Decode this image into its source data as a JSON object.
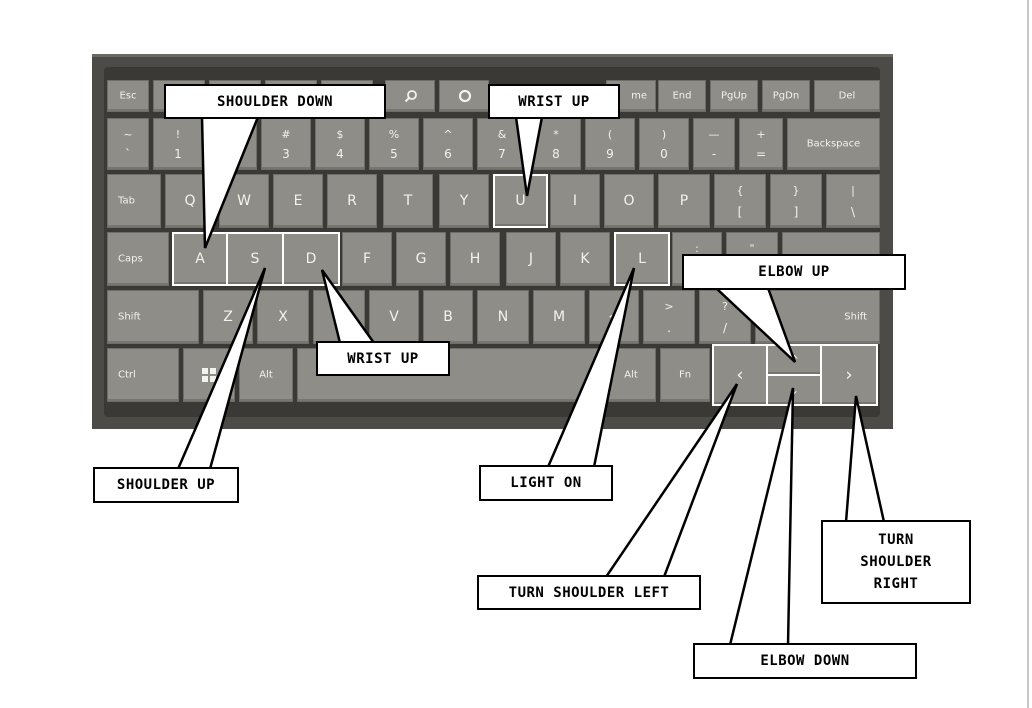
{
  "labels": {
    "shoulder_down": "SHOULDER DOWN",
    "wrist_up_top": "WRIST UP",
    "elbow_up": "ELBOW UP",
    "wrist_up_bottom": "WRIST UP",
    "shoulder_up": "SHOULDER UP",
    "light_on": "LIGHT ON",
    "turn_shoulder_left": "TURN SHOULDER LEFT",
    "turn_shoulder_right": "TURN\nSHOULDER\nRIGHT",
    "elbow_down": "ELBOW DOWN"
  },
  "keys": {
    "esc": "Esc",
    "end": "End",
    "pgup": "PgUp",
    "pgdn": "PgDn",
    "del": "Del",
    "home": "me",
    "tilde_top": "~",
    "tilde_bot": "`",
    "n1_top": "!",
    "n1": "1",
    "n3_top": "#",
    "n3": "3",
    "n4_top": "$",
    "n4": "4",
    "n5_top": "%",
    "n5": "5",
    "n6_top": "^",
    "n6": "6",
    "n7_top": "&",
    "n7": "7",
    "n8_top": "*",
    "n8": "8",
    "n9_top": "(",
    "n9": "9",
    "n0_top": ")",
    "n0": "0",
    "minus_top": "—",
    "minus": "-",
    "plus_top": "+",
    "plus": "=",
    "backspace": "Backspace",
    "tab": "Tab",
    "q": "Q",
    "w": "W",
    "e": "E",
    "r": "R",
    "t": "T",
    "y": "Y",
    "u": "U",
    "i": "I",
    "o": "O",
    "p": "P",
    "lbrace_top": "{",
    "lbrace": "[",
    "rbrace_top": "}",
    "rbrace": "]",
    "pipe_top": "|",
    "pipe": "\\",
    "caps": "Caps",
    "a": "A",
    "s": "S",
    "d": "D",
    "f": "F",
    "g": "G",
    "h": "H",
    "j": "J",
    "k": "K",
    "l": "L",
    "colon": ":",
    "quote": "\"",
    "shift": "Shift",
    "z": "Z",
    "x": "X",
    "v": "V",
    "b": "B",
    "n": "N",
    "m": "M",
    "lt": "<",
    "gt_top": ">",
    "gt": ".",
    "q_top": "?",
    "q_bot": "/",
    "shift_r": "Shift",
    "ctrl": "Ctrl",
    "alt": "Alt",
    "alt_r": "Alt",
    "fn": "Fn",
    "arrow_left": "‹",
    "arrow_up": "^",
    "arrow_down": "⌄",
    "arrow_right": "›"
  },
  "colors": {
    "keyboard_frame": "#4c4b47",
    "key_face": "#8e8d87",
    "highlight_border": "#ffffff",
    "callout": "#000000"
  }
}
